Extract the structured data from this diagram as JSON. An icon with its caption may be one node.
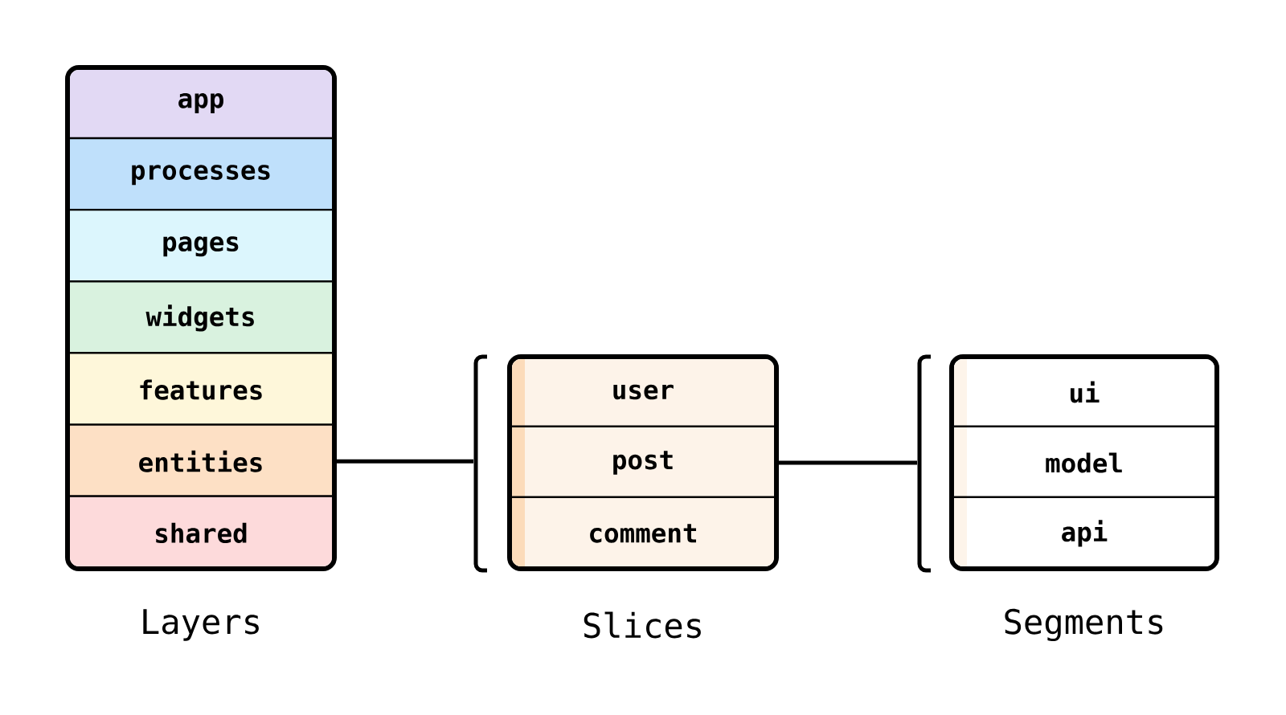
{
  "diagram": {
    "nodes": [
      {
        "text": [
          "Layers"
        ]
      },
      {
        "text": [
          "app"
        ],
        "in": 0
      },
      {
        "text": [
          "processes"
        ],
        "in": 0
      },
      {
        "text": [
          "pages"
        ],
        "in": 0
      },
      {
        "text": [
          "widgets"
        ],
        "in": 0
      },
      {
        "text": [
          "features"
        ],
        "in": 0
      },
      {
        "text": [
          "entities"
        ],
        "in": 0
      },
      {
        "text": [
          "shared"
        ],
        "in": 0
      },
      {
        "text": [
          "Slices"
        ]
      },
      {
        "text": [
          "user"
        ],
        "in": 8
      },
      {
        "text": [
          "post"
        ],
        "in": 8
      },
      {
        "text": [
          "comment"
        ],
        "in": 8
      },
      {
        "text": [
          "Segments"
        ]
      },
      {
        "text": [
          "ui"
        ],
        "in": 12
      },
      {
        "text": [
          "model"
        ],
        "in": 12
      },
      {
        "text": [
          "api"
        ],
        "in": 12
      }
    ],
    "edges": [
      {
        "from": 6,
        "to": 8,
        "arrow": "none"
      },
      {
        "from": 10,
        "to": 12,
        "arrow": "none"
      }
    ]
  }
}
